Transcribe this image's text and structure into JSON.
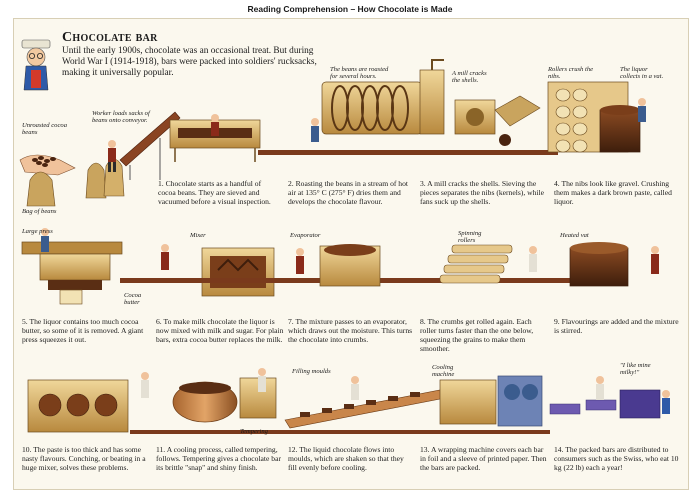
{
  "page_title": "Reading Comprehension – How Chocolate is Made",
  "header": {
    "title": "Chocolate bar",
    "intro": "Until the early 1900s, chocolate was an occasional treat. But during World War I (1914-1918), bars were packed into soldiers' rucksacks, making it universally popular."
  },
  "labels": {
    "unroasted": "Unroasted cocoa beans",
    "worker": "Worker loads sacks of beans onto conveyor.",
    "bag": "Bag of beans",
    "roasted": "The beans are roasted for several hours.",
    "mill": "A mill cracks the shells.",
    "rollers_crush": "Rollers crush the nibs.",
    "liquor_vat": "The liquor collects in a vat.",
    "large_press": "Large press",
    "cocoa_butter": "Cocoa butter",
    "mixer": "Mixer",
    "evaporator": "Evaporator",
    "spinning_rollers": "Spinning rollers",
    "heated_vat": "Heated vat",
    "tempering": "Tempering",
    "filling_moulds": "Filling moulds",
    "cooling_machine": "Cooling machine",
    "like_milky": "\"I like mine milky!\""
  },
  "steps": [
    {
      "text": "1. Chocolate starts as a handful of cocoa beans. They are sieved and vacuumed before a visual inspection."
    },
    {
      "text": "2. Roasting the beans in a stream of hot air at 135° C (275° F) dries them and develops the chocolate flavour."
    },
    {
      "text": "3. A mill cracks the shells. Sieving the pieces separates the nibs (kernels), while fans suck up the shells."
    },
    {
      "text": "4. The nibs look like gravel. Crushing them makes a dark brown paste, called liquor."
    },
    {
      "text": "5. The liquor contains too much cocoa butter, so some of it is removed. A giant press squeezes it out."
    },
    {
      "text": "6. To make milk chocolate the liquor is now mixed with milk and sugar. For plain bars, extra cocoa butter replaces the milk."
    },
    {
      "text": "7. The mixture passes to an evaporator, which draws out the moisture. This turns the chocolate into crumbs."
    },
    {
      "text": "8. The crumbs get rolled again. Each roller turns faster than the one below, squeezing the grains to make them smoother."
    },
    {
      "text": "9. Flavourings are added and the mixture is stirred."
    },
    {
      "text": "10. The paste is too thick and has some nasty flavours. Conching, or beating in a huge mixer, solves these problems."
    },
    {
      "text": "11. A cooling process, called tempering, follows. Tempering gives a chocolate bar its brittle \"snap\" and shiny finish."
    },
    {
      "text": "12. The liquid chocolate flows into moulds, which are shaken so that they fill evenly before cooling."
    },
    {
      "text": "13. A wrapping machine covers each bar in foil and a sleeve of printed paper. Then the bars are packed."
    },
    {
      "text": "14. The packed bars are distributed to consumers such as the Swiss, who eat 10 kg (22 lb) each a year!"
    }
  ],
  "colors": {
    "chocolate": "#5a2e14",
    "machine": "#d9b56a",
    "machine_dark": "#8a6428",
    "worker_blue": "#3b5c8e",
    "conveyor": "#7a3a1c",
    "copper": "#c9864a"
  }
}
